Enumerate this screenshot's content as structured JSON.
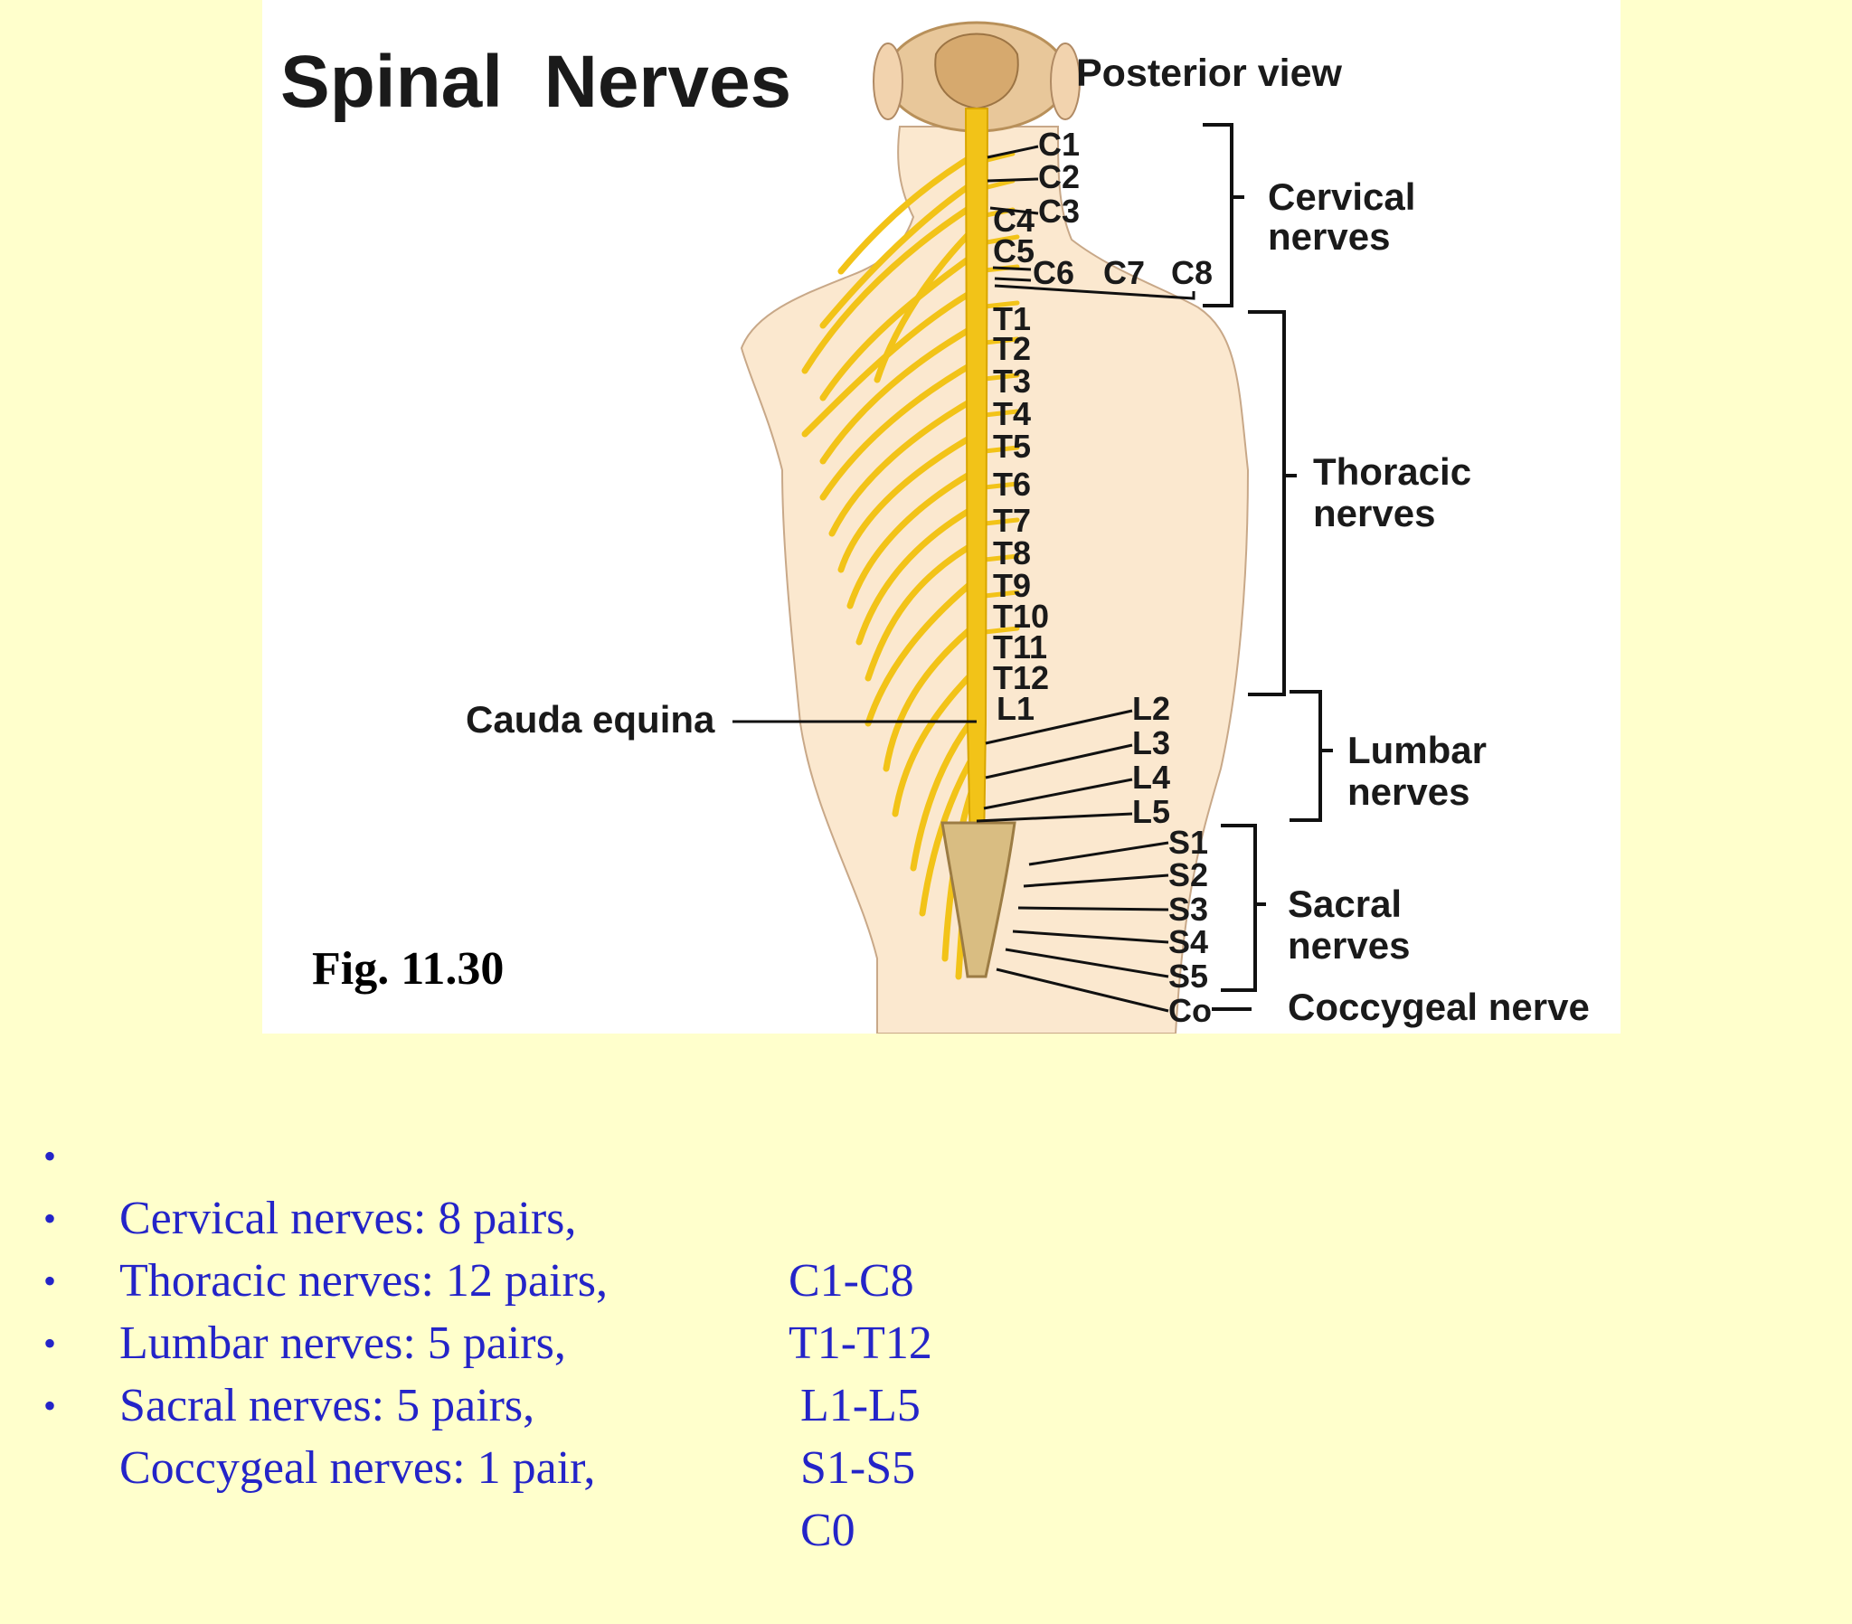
{
  "title": "Spinal  Nerves",
  "view": "Posterior view",
  "figure_label": "Fig. 11.30",
  "cauda_label": "Cauda equina",
  "groups": {
    "cervical": [
      "Cervical",
      "nerves"
    ],
    "thoracic": [
      "Thoracic",
      "nerves"
    ],
    "lumbar": [
      "Lumbar",
      "nerves"
    ],
    "sacral": [
      "Sacral",
      "nerves"
    ],
    "coccygeal": "Coccygeal nerve"
  },
  "levels": {
    "cervical": [
      "C1",
      "C2",
      "C3",
      "C4",
      "C5",
      "C6",
      "C7",
      "C8"
    ],
    "thoracic": [
      "T1",
      "T2",
      "T3",
      "T4",
      "T5",
      "T6",
      "T7",
      "T8",
      "T9",
      "T10",
      "T11",
      "T12"
    ],
    "lumbar": [
      "L1",
      "L2",
      "L3",
      "L4",
      "L5"
    ],
    "sacral": [
      "S1",
      "S2",
      "S3",
      "S4",
      "S5"
    ],
    "coccygeal": "Co"
  },
  "summary": [
    {
      "bullet": "•",
      "text": "Cervical nerves: 8 pairs,",
      "range": "C1-C8"
    },
    {
      "bullet": "•",
      "text": "Thoracic nerves: 12 pairs,",
      "range": "T1-T12"
    },
    {
      "bullet": "•",
      "text": "Lumbar nerves: 5 pairs,",
      "range": " L1-L5"
    },
    {
      "bullet": "•",
      "text": "Sacral nerves: 5 pairs,",
      "range": " S1-S5"
    },
    {
      "bullet": "•",
      "text": "Coccygeal nerves: 1 pair,",
      "range": " C0"
    }
  ],
  "colors": {
    "background": "#ffffcc",
    "nerve": "#f2c318",
    "skin": "#fbe8cf",
    "bone": "#d9bd82",
    "bullet_text": "#2424c8"
  }
}
